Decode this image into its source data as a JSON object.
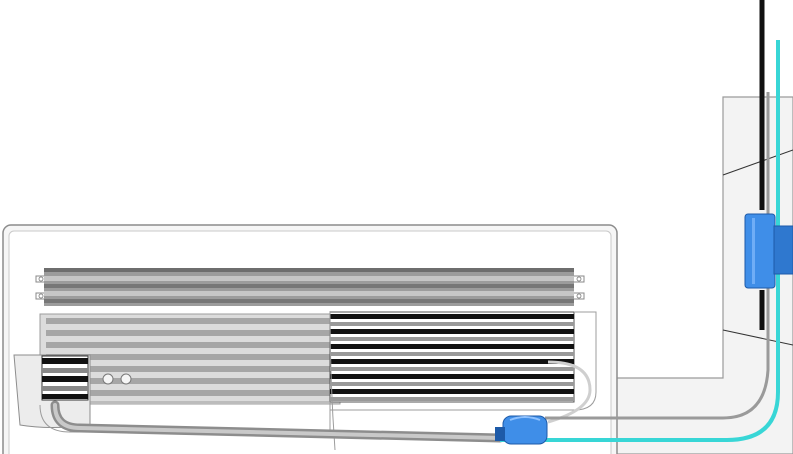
{
  "scene": {
    "subject": "ac-unit-condensate-pump-technical-drawing",
    "colors": {
      "background": "#ffffff",
      "housing_stroke": "#8c8c8c",
      "housing_fill": "#f4f4f4",
      "coil_dark": "#2a2a2a",
      "coil_light": "#b5b5b5",
      "pipe_grey": "#9a9a9a",
      "pump_blue": "#3f8ee8",
      "line_cyan": "#38d6d6",
      "line_black": "#111111",
      "duct_fill": "#f2f2f2"
    },
    "parts": [
      "indoor-unit-housing",
      "heat-exchanger-coil",
      "drain-pan",
      "condensate-pump",
      "pump-reservoir",
      "refrigerant-line",
      "condensate-drain-line",
      "wall-duct"
    ]
  }
}
